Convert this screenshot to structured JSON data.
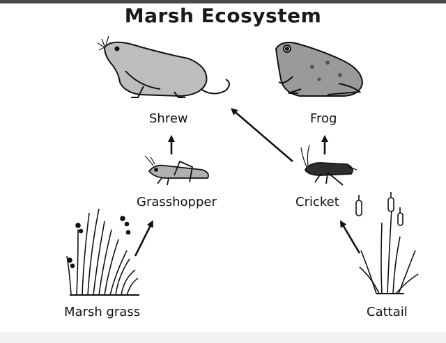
{
  "diagram": {
    "title": "Marsh Ecosystem",
    "organisms": {
      "shrew": {
        "label": "Shrew",
        "icon": "shrew-icon"
      },
      "frog": {
        "label": "Frog",
        "icon": "frog-icon"
      },
      "grasshopper": {
        "label": "Grasshopper",
        "icon": "grasshopper-icon"
      },
      "cricket": {
        "label": "Cricket",
        "icon": "cricket-icon"
      },
      "marsh_grass": {
        "label": "Marsh grass",
        "icon": "marsh-grass-icon"
      },
      "cattail": {
        "label": "Cattail",
        "icon": "cattail-icon"
      }
    },
    "arrows": [
      {
        "from": "Grasshopper",
        "to": "Shrew"
      },
      {
        "from": "Cricket",
        "to": "Frog"
      },
      {
        "from": "Cricket",
        "to": "Shrew"
      },
      {
        "from": "Marsh grass",
        "to": "Grasshopper"
      },
      {
        "from": "Cattail",
        "to": "Cricket"
      }
    ]
  }
}
